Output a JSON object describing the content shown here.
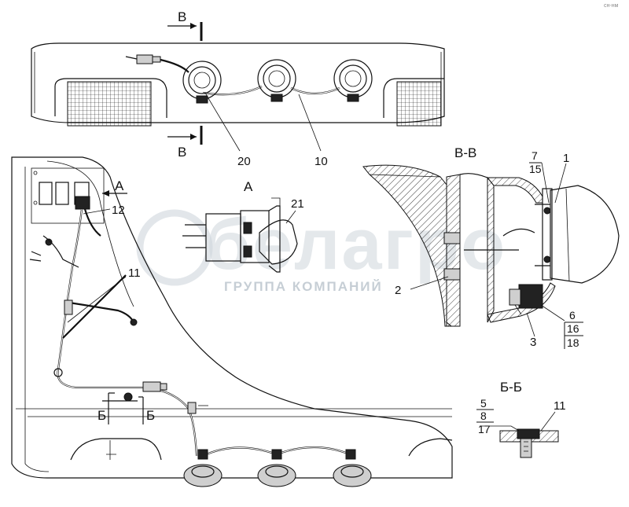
{
  "watermark": {
    "brand": "белагро",
    "subtitle": "ГРУППА КОМПАНИЙ"
  },
  "view_labels": {
    "view_a": "А",
    "section_vv": "В-В",
    "section_bb": "Б-Б"
  },
  "section_marks": {
    "v_top": "В",
    "v_bottom": "В",
    "b_left": "Б",
    "b_right": "Б",
    "a_arrow": "А"
  },
  "callouts": {
    "c20": "20",
    "c10": "10",
    "c12": "12",
    "c11_main": "11",
    "c21": "21",
    "c1": "1",
    "c2": "2",
    "c3": "3",
    "c11_bb": "11"
  },
  "fractions": {
    "f7_15": {
      "top": "7",
      "bottom": "15"
    },
    "f6_16_18": {
      "top": "6",
      "mid": "16",
      "bottom": "18"
    },
    "f5_8_17": {
      "top": "5",
      "mid": "8",
      "bottom": "17"
    }
  },
  "corner_mark": "сн-нм"
}
